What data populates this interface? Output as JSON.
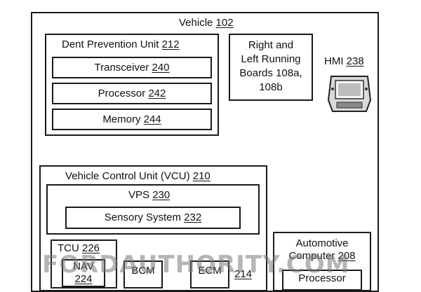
{
  "vehicle": {
    "label": "Vehicle ",
    "ref": "102"
  },
  "dpu": {
    "label": "Dent Prevention Unit ",
    "ref": "212",
    "items": [
      {
        "label": "Transceiver ",
        "ref": "240"
      },
      {
        "label": "Processor ",
        "ref": "242"
      },
      {
        "label": "Memory ",
        "ref": "244"
      }
    ]
  },
  "boards": {
    "line1": "Right and",
    "line2": "Left Running",
    "line3": "Boards 108a,",
    "line4": "108b"
  },
  "hmi": {
    "label": "HMI ",
    "ref": "238"
  },
  "vcu": {
    "label": "Vehicle Control Unit (VCU) ",
    "ref": "210"
  },
  "vps": {
    "label": "VPS ",
    "ref": "230"
  },
  "sensory": {
    "label": "Sensory System ",
    "ref": "232"
  },
  "tcu": {
    "label": "TCU ",
    "ref": "226"
  },
  "nav": {
    "label": "NAV",
    "ref": "224"
  },
  "bcm": {
    "label": "BCM"
  },
  "ecm": {
    "label": "ECM",
    "ref": "214"
  },
  "computer": {
    "line1": "Automotive",
    "line2": "Computer ",
    "ref": "208",
    "processor": "Processor"
  },
  "watermark": "FORDAUTHORITY.COM"
}
